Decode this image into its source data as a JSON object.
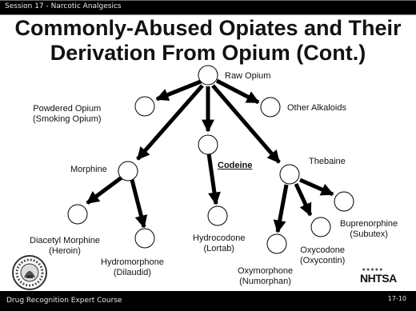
{
  "header": {
    "session": "Session 17 - Narcotic Analgesics"
  },
  "title": "Commonly-Abused Opiates and Their Derivation From Opium (Cont.)",
  "nodes": {
    "raw_opium": "Raw Opium",
    "powdered_opium_1": "Powdered Opium",
    "powdered_opium_2": "(Smoking Opium)",
    "other_alkaloids": "Other Alkaloids",
    "morphine": "Morphine",
    "codeine": "Codeine",
    "thebaine": "Thebaine",
    "diacetyl_1": "Diacetyl Morphine",
    "diacetyl_2": "(Heroin)",
    "hydromorphone_1": "Hydromorphone",
    "hydromorphone_2": "(Dilaudid)",
    "hydrocodone_1": "Hydrocodone",
    "hydrocodone_2": "(Lortab)",
    "oxymorphone_1": "Oxymorphone",
    "oxymorphone_2": "(Numorphan)",
    "oxycodone_1": "Oxycodone",
    "oxycodone_2": "(Oxycontin)",
    "buprenorphine_1": "Buprenorphine",
    "buprenorphine_2": "(Subutex)"
  },
  "logos": {
    "agency": "NHTSA"
  },
  "footer": {
    "course": "Drug Recognition Expert Course",
    "page": "17-10"
  },
  "colors": {
    "bar": "#000000",
    "arrow": "#000000"
  }
}
